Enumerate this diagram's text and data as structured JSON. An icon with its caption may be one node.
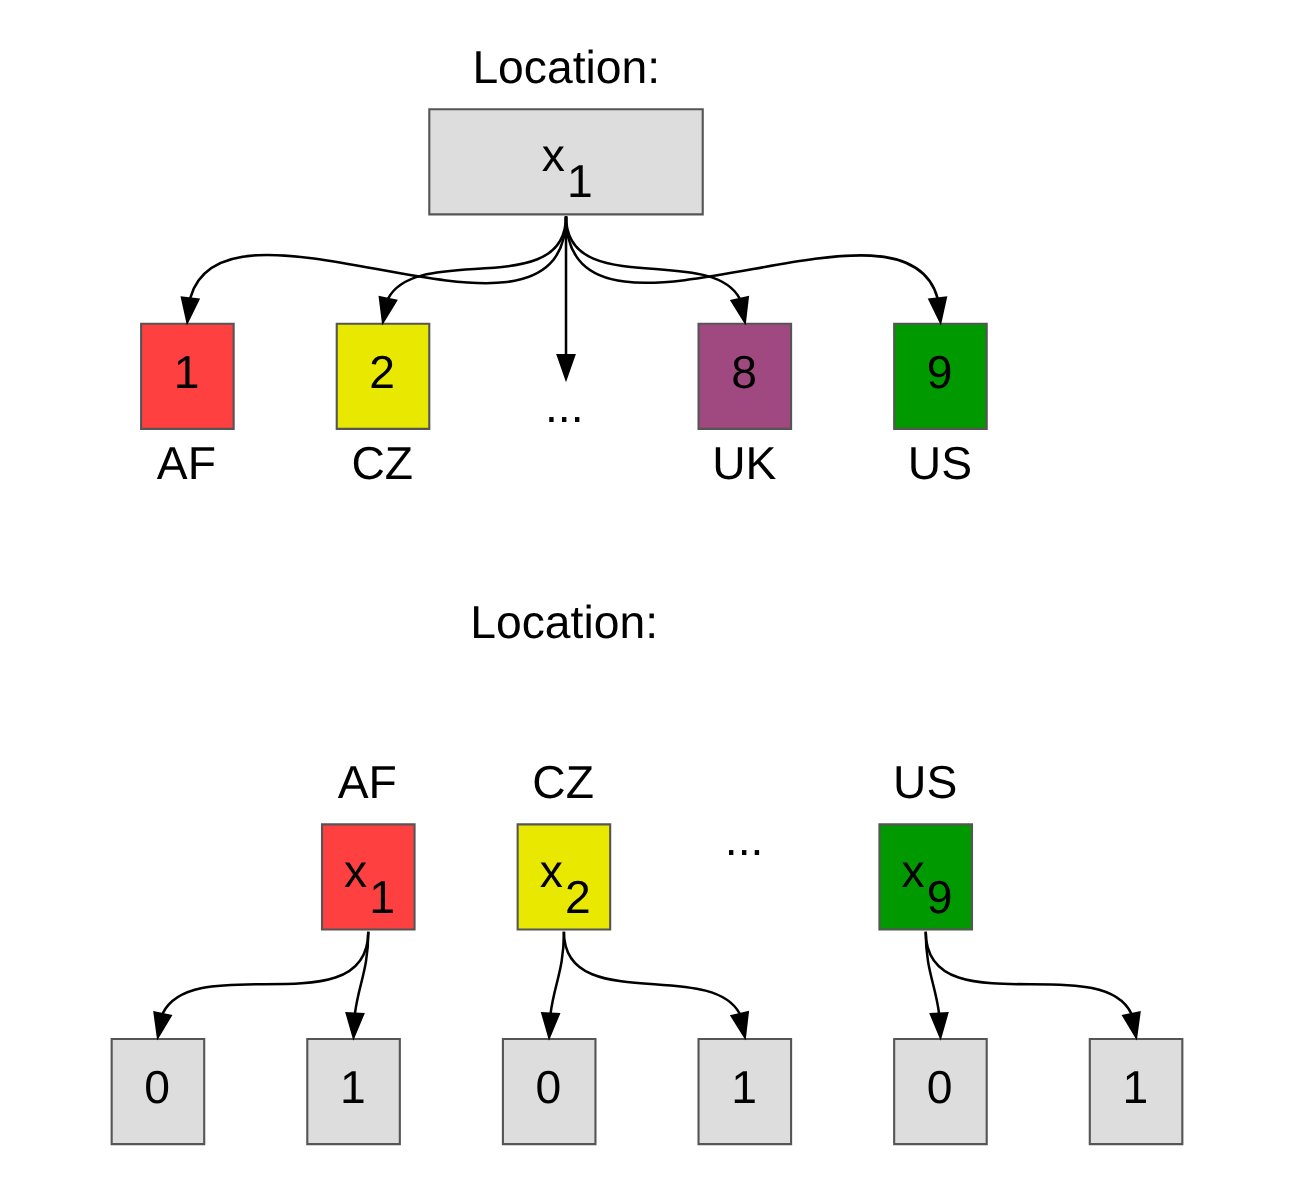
{
  "diagram": {
    "nodes": [
      {
        "text": [
          "Location:",
          "x$_{1}$"
        ]
      },
      {
        "text": [
          "1"
        ],
        "beside": [
          "AF"
        ]
      },
      {
        "text": [
          "2"
        ],
        "beside": [
          "CZ"
        ]
      },
      {
        "text": [
          "..."
        ]
      },
      {
        "text": [
          "8"
        ],
        "beside": [
          "UK"
        ]
      },
      {
        "text": [
          "9"
        ],
        "beside": [
          "US"
        ]
      },
      {
        "text": [
          "AF",
          "x$_{1}$"
        ]
      },
      {
        "text": [
          "0"
        ]
      },
      {
        "text": [
          "1"
        ]
      },
      {
        "text": [
          "CZ",
          "x$_{2}$"
        ]
      },
      {
        "text": [
          "0"
        ]
      },
      {
        "text": [
          "1"
        ]
      },
      {
        "text": [
          "US",
          "x$_{9}$"
        ]
      },
      {
        "text": [
          "0"
        ]
      },
      {
        "text": [
          "1"
        ]
      }
    ],
    "edges": [
      {
        "from": 0,
        "to": 1,
        "arrow": "to"
      },
      {
        "from": 0,
        "to": 2,
        "arrow": "to"
      },
      {
        "from": 0,
        "to": 3,
        "arrow": "to"
      },
      {
        "from": 0,
        "to": 4,
        "arrow": "to"
      },
      {
        "from": 0,
        "to": 5,
        "arrow": "to"
      },
      {
        "from": 6,
        "to": 7,
        "arrow": "to"
      },
      {
        "from": 6,
        "to": 8,
        "arrow": "to"
      },
      {
        "from": 9,
        "to": 10,
        "arrow": "to"
      },
      {
        "from": 9,
        "to": 11,
        "arrow": "to"
      },
      {
        "from": 12,
        "to": 13,
        "arrow": "to"
      },
      {
        "from": 12,
        "to": 14,
        "arrow": "to"
      }
    ],
    "labels": [
      "Location:",
      "..."
    ]
  }
}
